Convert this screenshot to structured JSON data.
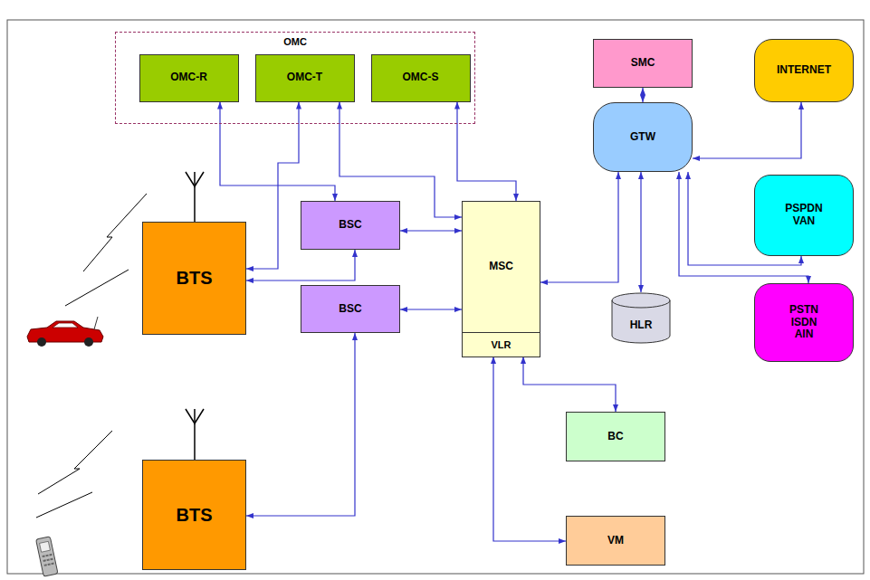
{
  "diagram": {
    "nodes": [
      {
        "text": [
          "OMC"
        ]
      },
      {
        "text": [
          "OMC-R"
        ],
        "in": 0
      },
      {
        "text": [
          "OMC-T"
        ],
        "in": 0
      },
      {
        "text": [
          "OMC-S"
        ],
        "in": 0
      },
      {
        "text": [
          "SMC"
        ]
      },
      {
        "text": [
          "INTERNET"
        ]
      },
      {
        "text": [
          "BTS"
        ]
      },
      {
        "text": [
          "BSC"
        ]
      },
      {
        "text": [
          "MSC"
        ]
      },
      {
        "text": [
          "VLR"
        ],
        "in": 8
      },
      {
        "text": [
          "GTW"
        ]
      },
      {
        "text": [
          "PSPDN VAN"
        ]
      },
      {
        "text": [
          "BSC"
        ]
      },
      {
        "text": [
          "HLR"
        ]
      },
      {
        "text": [
          "PSTN ISDN AIN"
        ]
      },
      {
        "text": [
          "BTS"
        ]
      },
      {
        "text": [
          "BC"
        ]
      },
      {
        "text": [
          "VM"
        ]
      }
    ],
    "edges": [
      {
        "from": 1,
        "to": 7,
        "arrow": "both"
      },
      {
        "from": 2,
        "to": 6,
        "arrow": "both"
      },
      {
        "from": 2,
        "to": 8,
        "arrow": "both"
      },
      {
        "from": 3,
        "to": 8,
        "arrow": "both"
      },
      {
        "from": 7,
        "to": 8,
        "arrow": "both"
      },
      {
        "from": 7,
        "to": 6,
        "arrow": "both"
      },
      {
        "from": 12,
        "to": 8,
        "arrow": "both"
      },
      {
        "from": 12,
        "to": 15,
        "arrow": "both"
      },
      {
        "from": 8,
        "to": 10,
        "arrow": "both"
      },
      {
        "from": 4,
        "to": 10,
        "arrow": "both"
      },
      {
        "from": 5,
        "to": 10,
        "arrow": "both"
      },
      {
        "from": 10,
        "to": 13,
        "arrow": "both"
      },
      {
        "from": 10,
        "to": 11,
        "arrow": "both"
      },
      {
        "from": 10,
        "to": 14,
        "arrow": "both"
      },
      {
        "from": 9,
        "to": 16,
        "arrow": "both"
      },
      {
        "from": 9,
        "to": 17,
        "arrow": "both"
      }
    ]
  }
}
